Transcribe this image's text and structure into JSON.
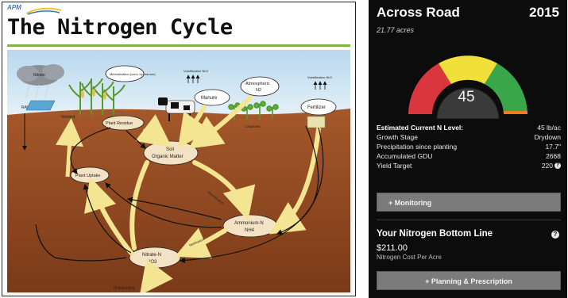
{
  "diagram": {
    "brand": "APM",
    "title": "The Nitrogen Cycle",
    "labels": {
      "cloud": "Nitrate",
      "rain": "RAIN",
      "rain_label_left": "Nutrient",
      "volatilization_left": "Volatilization Nh3",
      "volatilization_right": "Volatilization Nh3",
      "mineralization": "Mineralization (conv. by manure)",
      "manure": "Manure",
      "atmospheric_1": "Atmospheric",
      "atmospheric_2": "N2",
      "fertilizer": "Fertilizer",
      "plant_residue": "Plant Residue",
      "legumes": "Legumes",
      "soil_om_1": "Soil",
      "soil_om_2": "Organic Matter",
      "plant_uptake": "Plant Uptake",
      "ammonium_1": "Ammonium-N",
      "ammonium_2": "NH4",
      "nitrate_1": "Nitrate-N",
      "nitrate_2": "NO3",
      "leaching": "N-leaching",
      "mineralization_side": "Mineralization",
      "nitrification": "Nitrification"
    }
  },
  "field": {
    "name": "Across Road",
    "year": "2015",
    "acres": "21.77 acres"
  },
  "gauge": {
    "value": "45",
    "level_fraction": 0.42,
    "colors": {
      "red": "#d9363e",
      "yellow": "#f2e03a",
      "green": "#39a64a",
      "marker": "#f07c1f"
    }
  },
  "stats": [
    {
      "label": "Estimated Current N Level:",
      "value": "45 lb/ac",
      "bold": true
    },
    {
      "label": "Growth Stage",
      "value": "Drydown"
    },
    {
      "label": "Precipitation since planting",
      "value": "17.7\""
    },
    {
      "label": "Accumulated GDU",
      "value": "2668"
    },
    {
      "label": "Yield Target",
      "value": "220",
      "help": true
    }
  ],
  "buttons": {
    "monitoring": "+ Monitoring",
    "planning": "+ Planning & Prescription"
  },
  "bottom_line": {
    "title": "Your Nitrogen Bottom Line",
    "cost": "$211.00",
    "cost_label": "Nitrogen Cost Per Acre"
  },
  "icons": {
    "help": "?"
  }
}
